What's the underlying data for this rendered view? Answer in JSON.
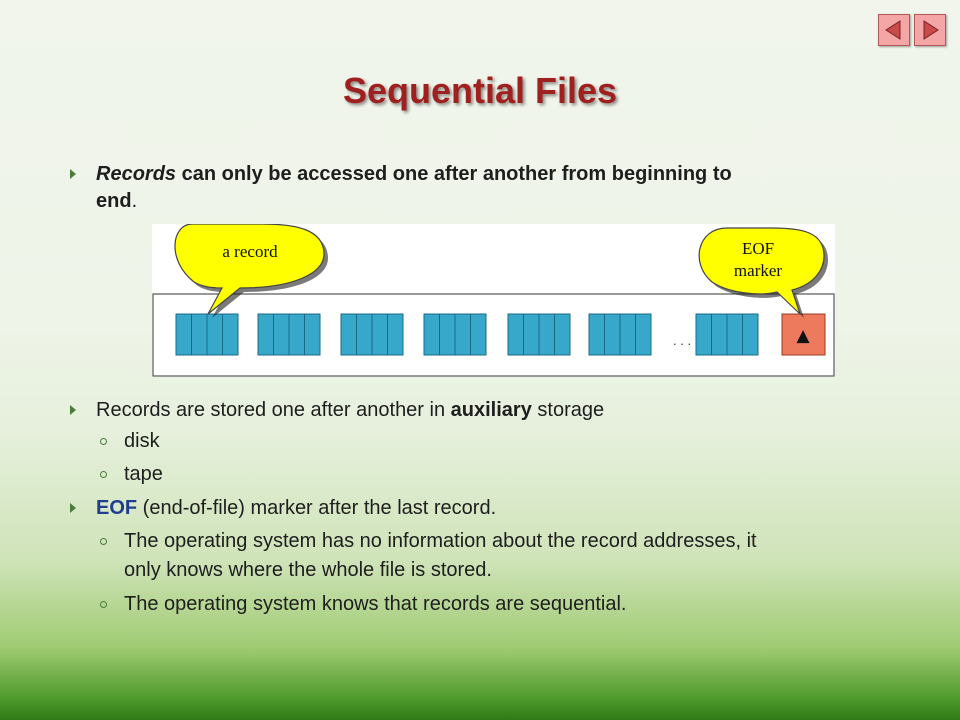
{
  "nav": {
    "prev_icon": "triangle-left-icon",
    "next_icon": "triangle-right-icon"
  },
  "title": "Sequential Files",
  "bullet1": {
    "records": "Records",
    "rest": " can only be accessed one after another from beginning to",
    "end_word": "end",
    "period": "."
  },
  "diagram": {
    "record_callout": "a record",
    "eof_callout_line1": "EOF",
    "eof_callout_line2": "marker",
    "ellipsis": ". . .",
    "eof_glyph": "▲",
    "colors": {
      "cell_fill": "#37a8c9",
      "cell_stroke": "#1a6a86",
      "eof_fill": "#ee7a5e",
      "callout_fill": "#ffff00"
    }
  },
  "bullet2": {
    "pre": "Records are stored one after another in ",
    "bold": "auxiliary",
    "post": " storage"
  },
  "sub_a": "disk",
  "sub_b": "tape",
  "bullet3": {
    "bold": "EOF",
    "rest": " (end-of-file) marker after the last record."
  },
  "sub_c_line1": "The operating system has no information about the record addresses, it",
  "sub_c_line2": "only knows where the whole file is stored.",
  "sub_d": "The operating system knows that records are sequential."
}
